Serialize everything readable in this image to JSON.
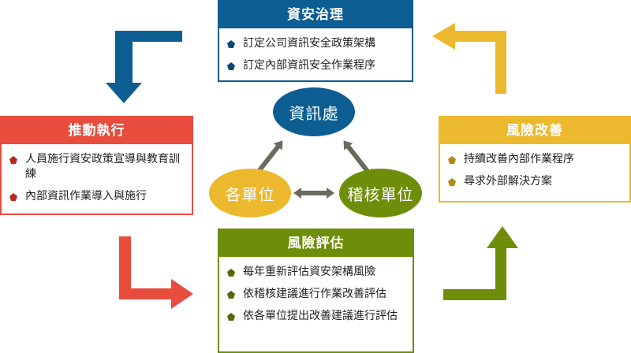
{
  "diagram": {
    "boxes": {
      "governance": {
        "title": "資安治理",
        "color": "#0c5d91",
        "items": [
          "訂定公司資訊安全政策架構",
          "訂定內部資訊安全作業程序"
        ]
      },
      "execution": {
        "title": "推動執行",
        "color": "#e74c3c",
        "items": [
          "人員施行資安政策宣導與教育訓練",
          "內部資訊作業導入與施行"
        ]
      },
      "improvement": {
        "title": "風險改善",
        "color": "#ecb82e",
        "items": [
          "持續改善內部作業程序",
          "尋求外部解決方案"
        ]
      },
      "assessment": {
        "title": "風險評估",
        "color": "#6e8e0a",
        "items": [
          "每年重新評估資安架構風險",
          "依稽核建議進行作業改善評估",
          "依各單位提出改善建議進行評估"
        ]
      }
    },
    "center_nodes": {
      "it": "資訊處",
      "units": "各單位",
      "audit": "稽核單位"
    },
    "flow": [
      "資安治理",
      "推動執行",
      "風險評估",
      "風險改善"
    ]
  }
}
